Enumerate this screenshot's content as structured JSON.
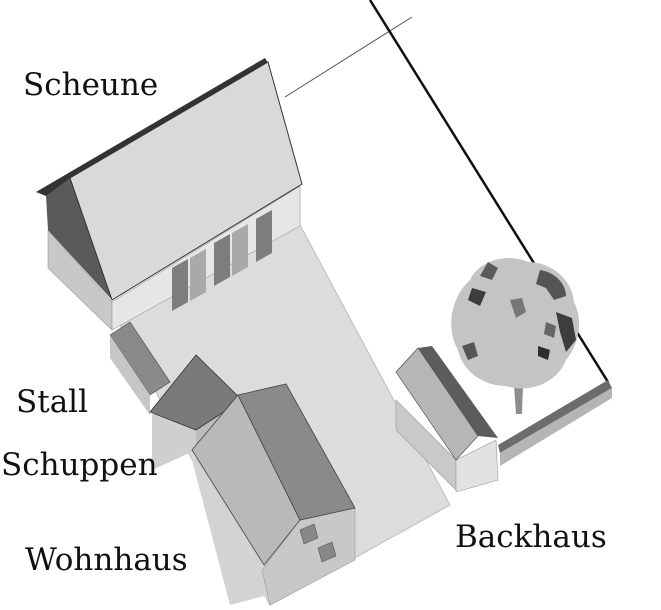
{
  "labels": {
    "scheune": "Scheune",
    "stall": "Stall",
    "schuppen": "Schuppen",
    "wohnhaus": "Wohnhaus",
    "backhaus": "Backhaus"
  },
  "colors": {
    "background": "#ffffff",
    "roof_light": "#d9d9d9",
    "roof_mid": "#8a8a8a",
    "roof_dark": "#474747",
    "wall_light": "#cfcfcf",
    "wall_dark": "#8c8c8c",
    "ground": "#dcdcdc",
    "outline": "#111111",
    "tree_light": "#c4c4c4",
    "tree_dark": "#3d3d3d"
  }
}
